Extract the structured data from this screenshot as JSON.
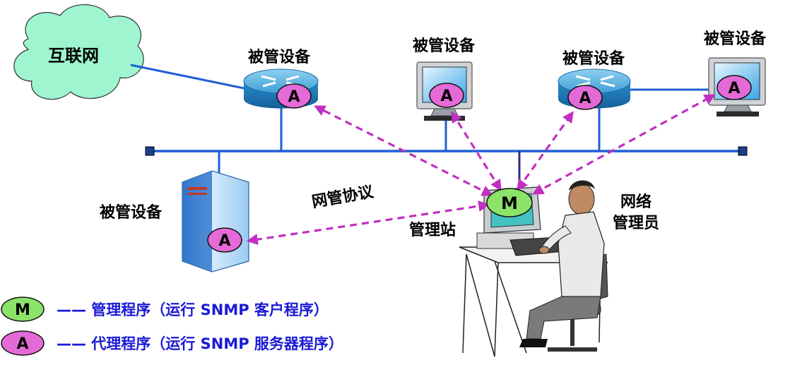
{
  "cloud_label": "互联网",
  "managed_device_label": "被管设备",
  "protocol_label": "网管协议",
  "station_label": "管理站",
  "admin_label_line1": "网络",
  "admin_label_line2": "管理员",
  "manager_badge": "M",
  "agent_badge": "A",
  "legend": {
    "manager_text": "—— 管理程序（运行 SNMP 客户程序）",
    "agent_text": "—— 代理程序（运行 SNMP 服务器程序）"
  },
  "colors": {
    "cloud": "#9ef5cf",
    "bus": "#1f5fd6",
    "arrow": "#c12fc0",
    "manager_badge": "#8be36a",
    "agent_badge": "#e46ad8",
    "legend_text": "#1a1ad6"
  }
}
